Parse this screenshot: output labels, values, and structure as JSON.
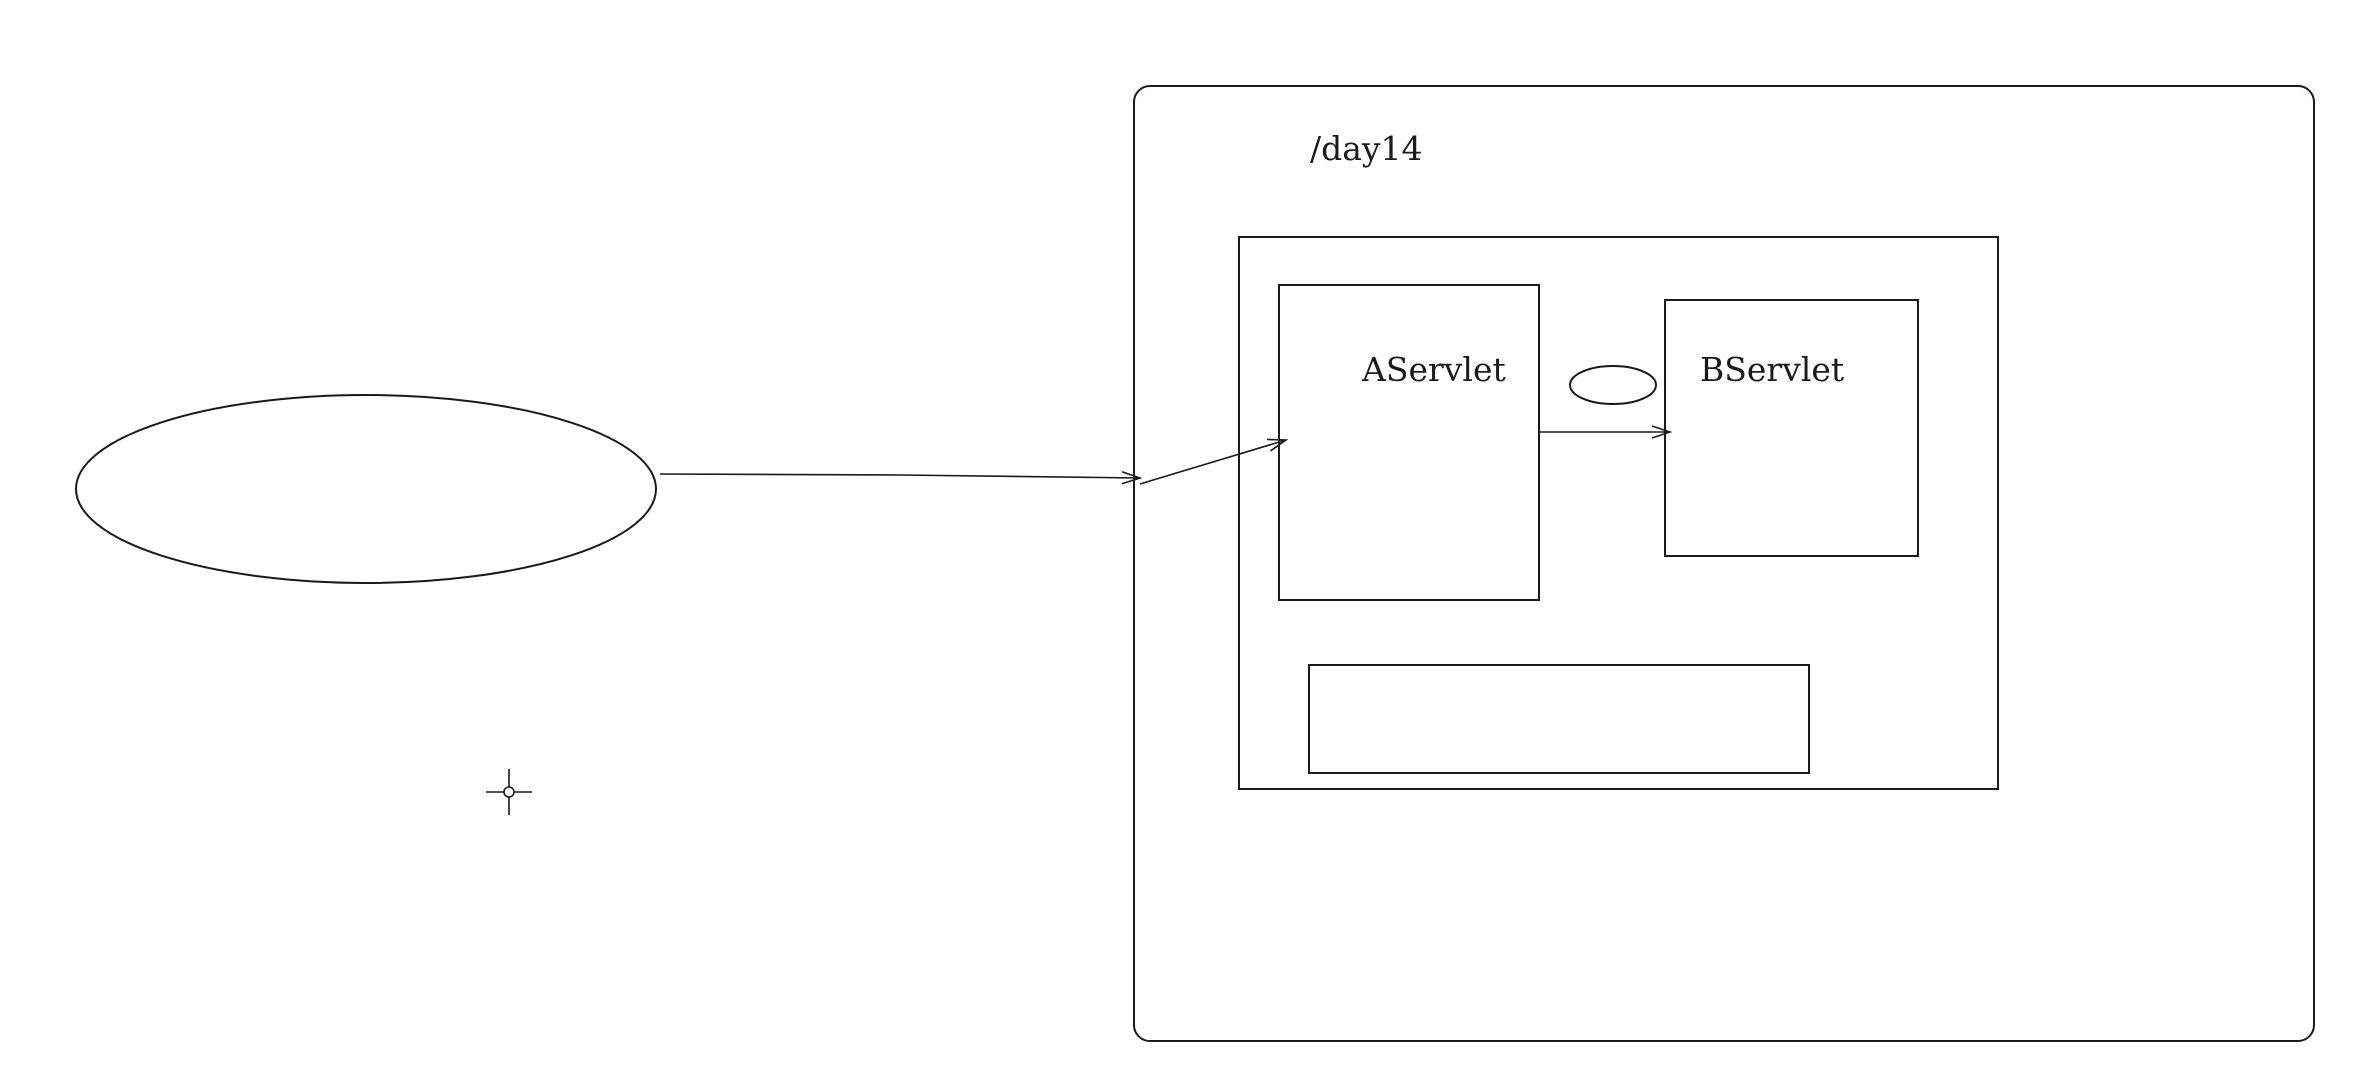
{
  "diagram": {
    "context_label": "/day14",
    "servlet_a_label": "AServlet",
    "servlet_b_label": "BServlet"
  }
}
